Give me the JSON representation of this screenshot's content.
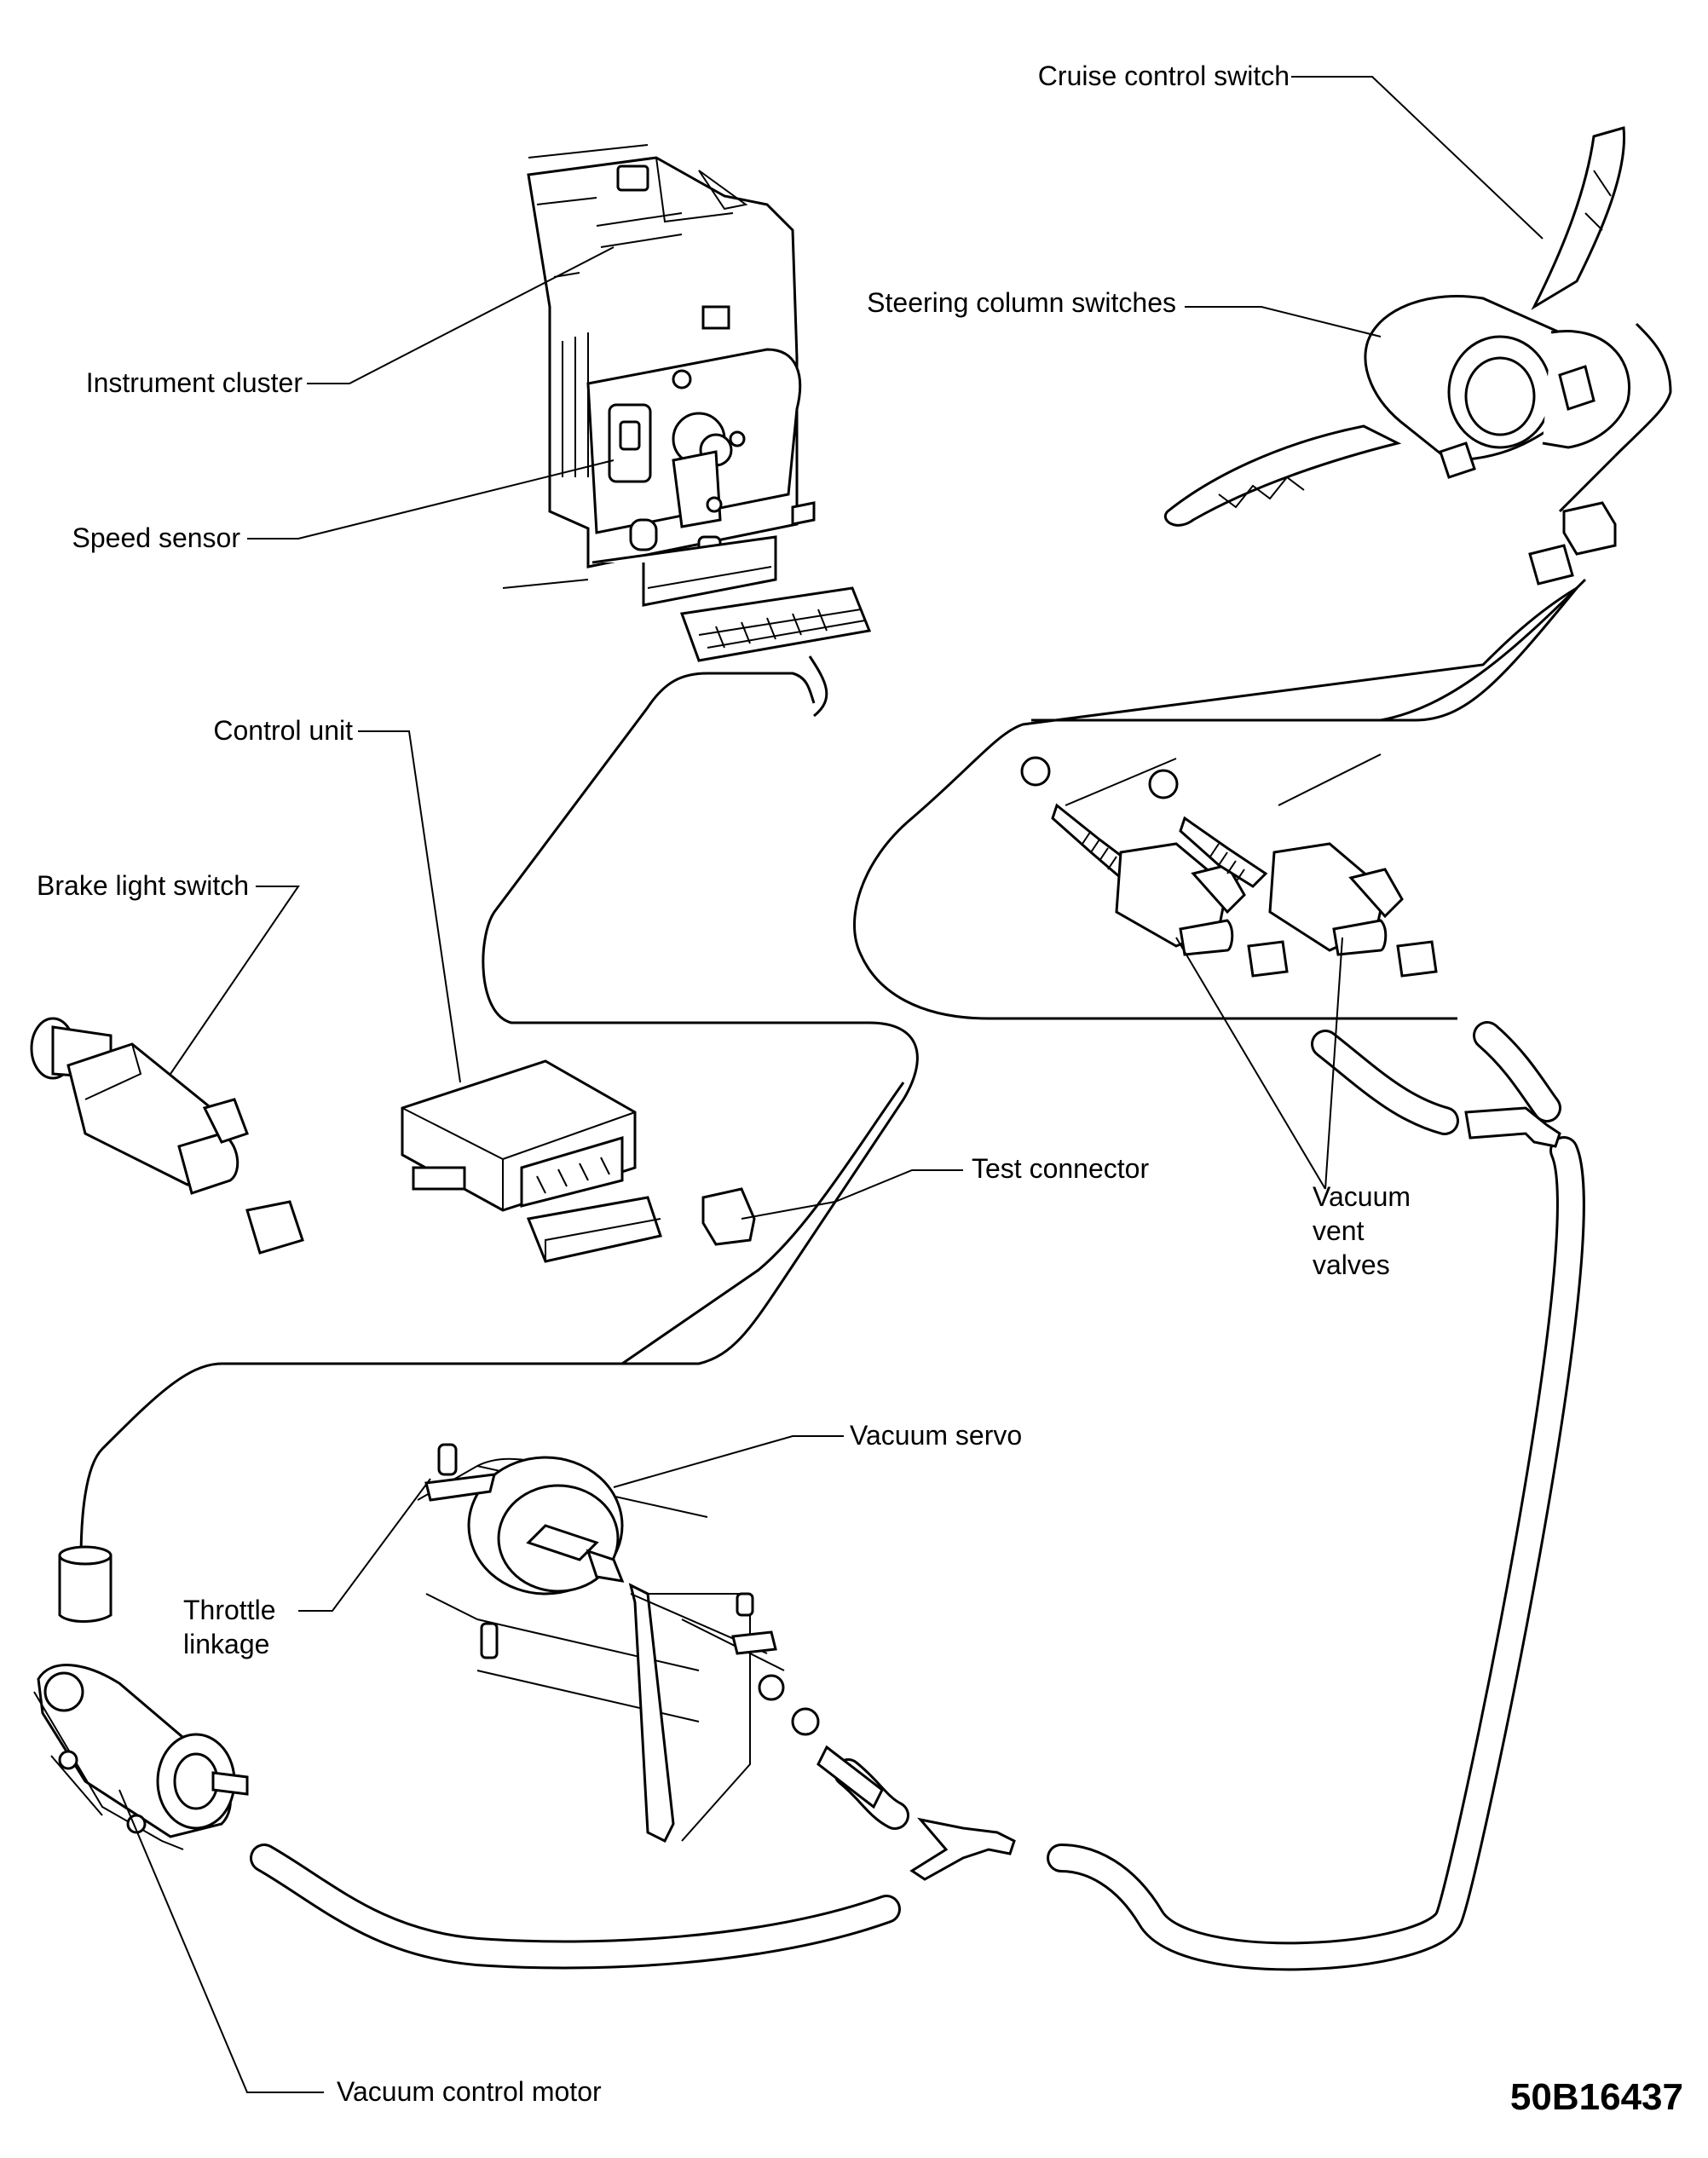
{
  "diagram": {
    "labels": {
      "cruise_control_switch": "Cruise control switch",
      "steering_column_switches": "Steering column switches",
      "instrument_cluster": "Instrument cluster",
      "speed_sensor": "Speed sensor",
      "control_unit": "Control unit",
      "brake_light_switch": "Brake light switch",
      "test_connector": "Test connector",
      "vacuum_vent_valves_1": "Vacuum",
      "vacuum_vent_valves_2": "vent",
      "vacuum_vent_valves_3": "valves",
      "vacuum_servo": "Vacuum servo",
      "throttle_linkage_1": "Throttle",
      "throttle_linkage_2": "linkage",
      "vacuum_control_motor": "Vacuum control motor"
    },
    "figure_code": "50B16437"
  }
}
